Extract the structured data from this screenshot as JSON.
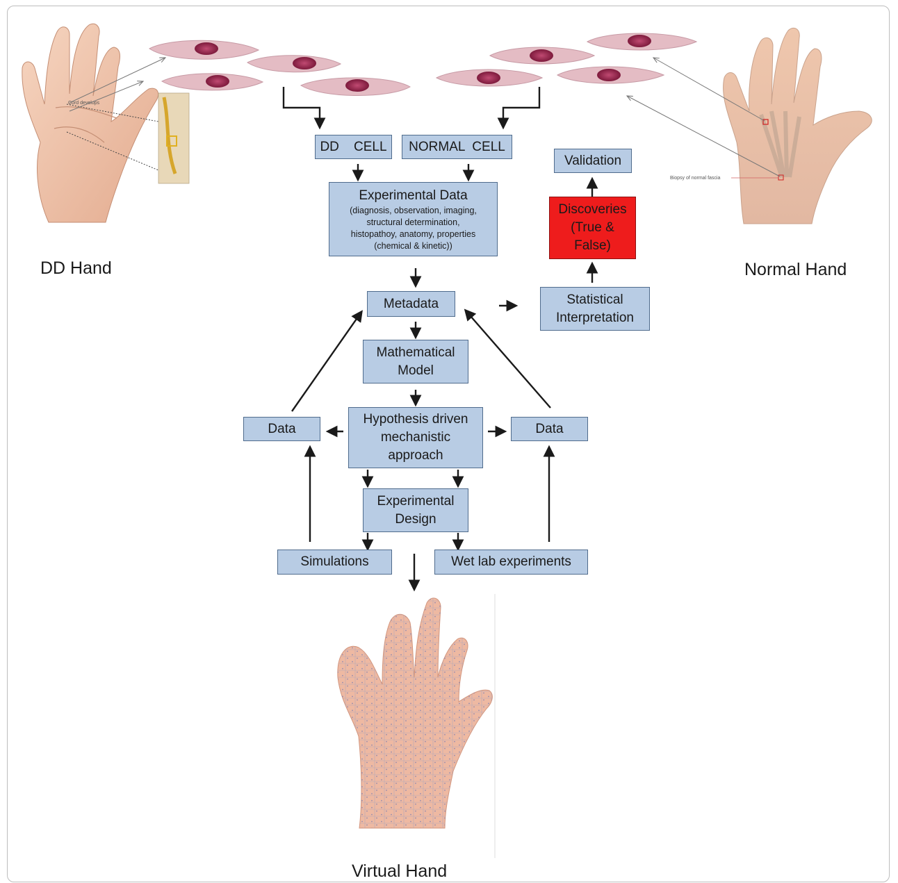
{
  "captions": {
    "dd_hand": "DD Hand",
    "normal_hand": "Normal Hand",
    "virtual_hand": "Virtual Hand"
  },
  "image_labels": {
    "cord_develops": "Cord develops",
    "biopsy": "Biopsy of normal fascia"
  },
  "boxes": {
    "dd_cell": "DD    CELL",
    "normal_cell": "NORMAL  CELL",
    "validation": "Validation",
    "experimental_data_title": "Experimental Data",
    "experimental_data_line1": "(diagnosis, observation, imaging,",
    "experimental_data_line2": "structural determination,",
    "experimental_data_line3": "histopathoy, anatomy, properties",
    "experimental_data_line4": "(chemical & kinetic))",
    "discoveries_line1": "Discoveries",
    "discoveries_line2": "(True &",
    "discoveries_line3": "False)",
    "metadata": "Metadata",
    "statistical_line1": "Statistical",
    "statistical_line2": "Interpretation",
    "math_line1": "Mathematical",
    "math_line2": "Model",
    "hyp_line1": "Hypothesis driven",
    "hyp_line2": "mechanistic",
    "hyp_line3": "approach",
    "data_left": "Data",
    "data_right": "Data",
    "exp_design_line1": "Experimental",
    "exp_design_line2": "Design",
    "simulations": "Simulations",
    "wet_lab": "Wet lab experiments"
  },
  "colors": {
    "box_fill": "#b8cce4",
    "box_border": "#4f6b8c",
    "highlight": "#ee1c1c",
    "skin": "#f0c9b0",
    "cell": "#e4bcc4",
    "nucleus": "#a3284f"
  }
}
